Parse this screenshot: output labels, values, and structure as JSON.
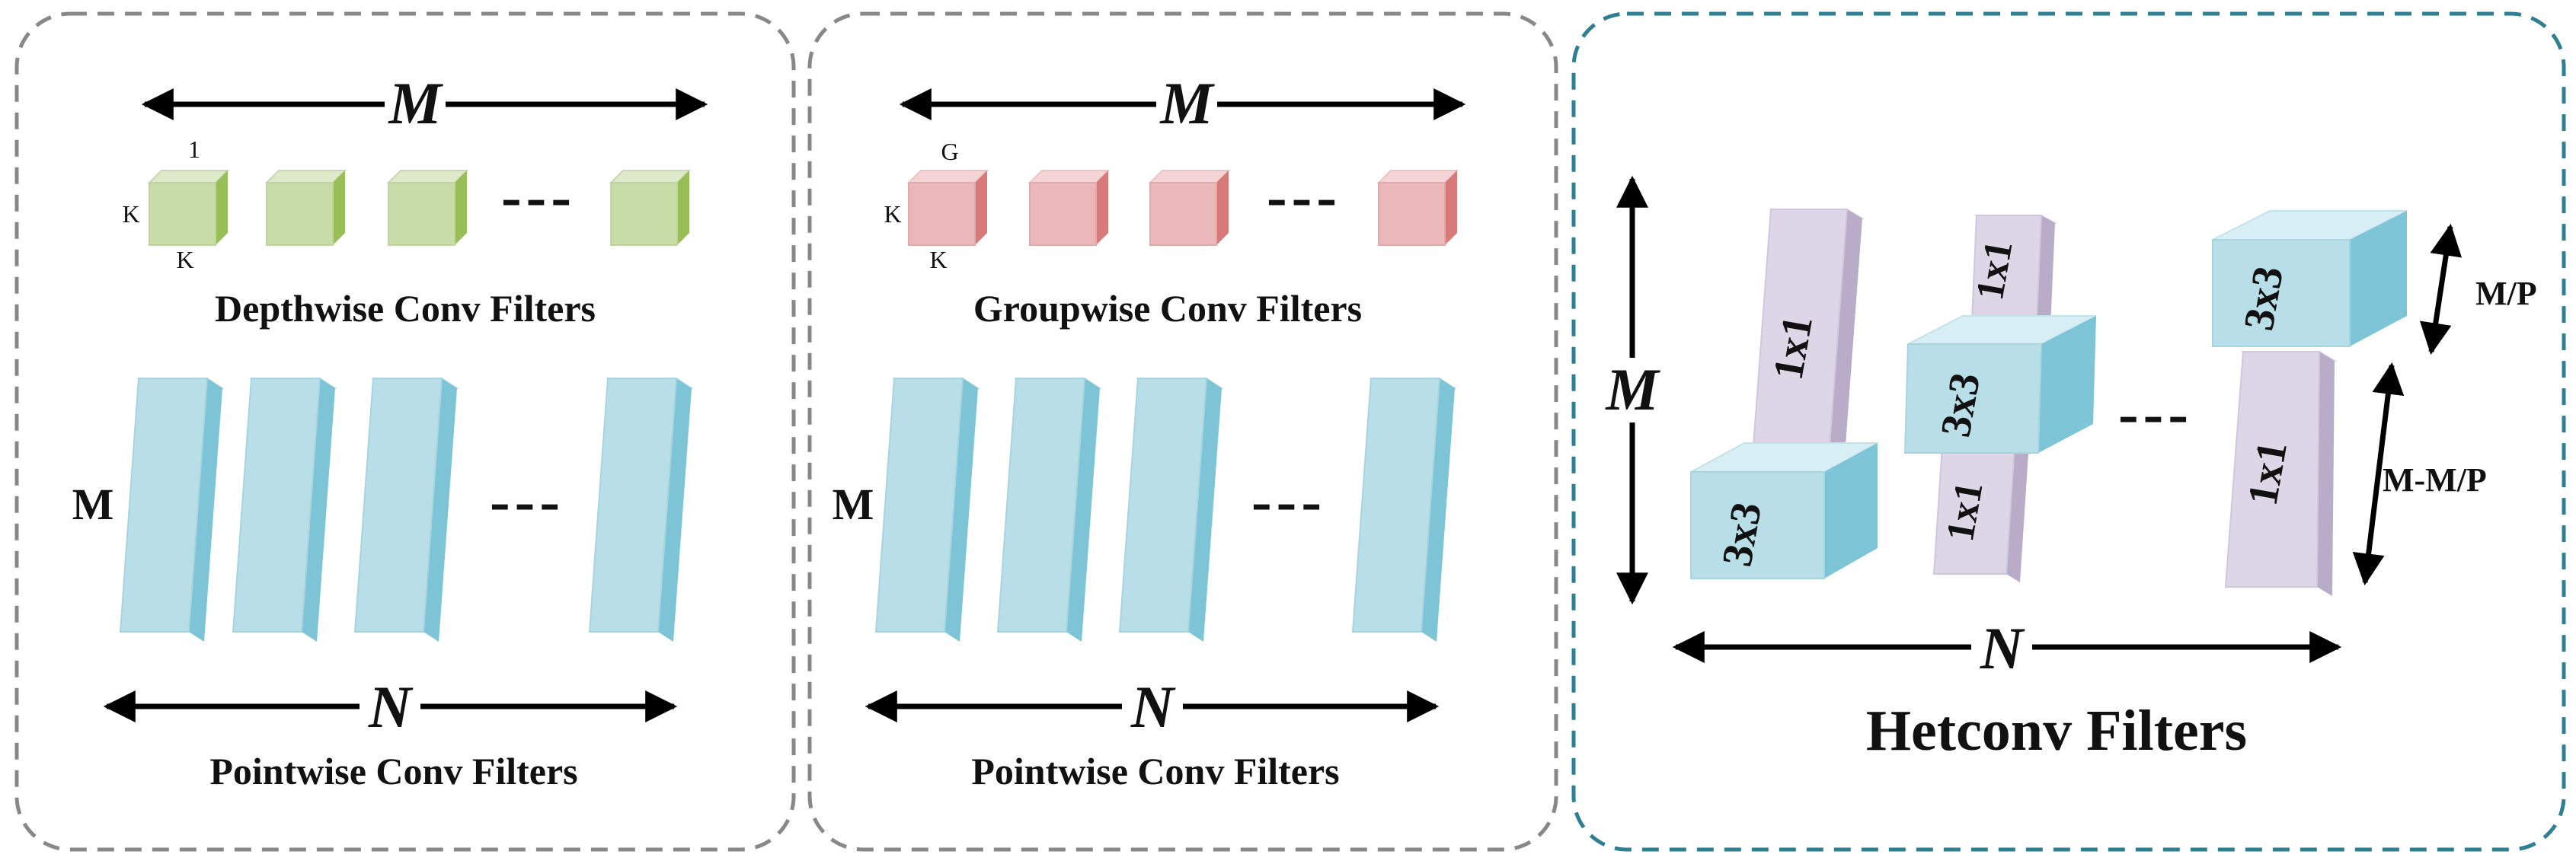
{
  "panels": {
    "depthwise": {
      "top_dim": "M",
      "cube_labels": {
        "top": "1",
        "left": "K",
        "bottom": "K"
      },
      "filters_title": "Depthwise Conv Filters",
      "side_dim": "M",
      "bottom_dim": "N",
      "pointwise_title": "Pointwise Conv Filters",
      "ellipsis": "---"
    },
    "groupwise": {
      "top_dim": "M",
      "cube_labels": {
        "top": "G",
        "left": "K",
        "bottom": "K"
      },
      "filters_title": "Groupwise Conv Filters",
      "side_dim": "M",
      "bottom_dim": "N",
      "pointwise_title": "Pointwise Conv Filters",
      "ellipsis": "---"
    },
    "hetconv": {
      "left_dim": "M",
      "bottom_dim": "N",
      "title": "Hetconv Filters",
      "kernel_3x3": "3x3",
      "kernel_1x1": "1x1",
      "right_dim_top": "M/P",
      "right_dim_bottom": "M-M/P",
      "ellipsis": "---"
    }
  },
  "colors": {
    "green_front": "#c8dca8",
    "green_top": "#dde9c8",
    "green_side": "#98be58",
    "pink_front": "#eab8b8",
    "pink_top": "#f4d4d4",
    "pink_side": "#d87a7a",
    "blue_front": "#b8dee8",
    "blue_top": "#d6eef4",
    "blue_side": "#7cc4d6",
    "lilac_front": "#dcd6e6",
    "lilac_top": "#ebe7f1",
    "lilac_side": "#b8acc8",
    "panel_border_gray": "#888888",
    "panel_border_teal": "#2f7f93"
  }
}
